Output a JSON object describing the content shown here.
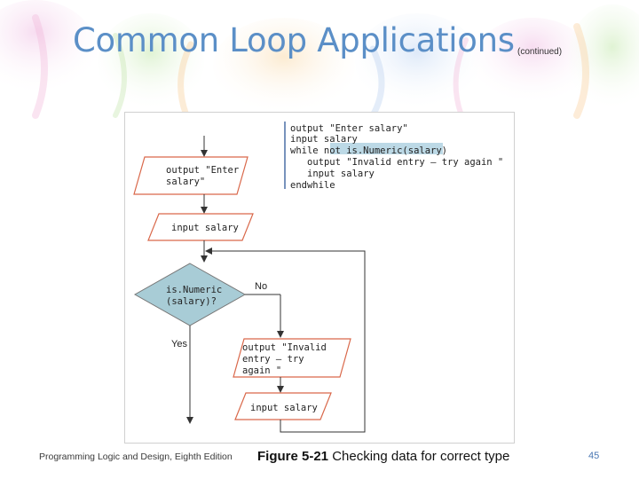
{
  "slide": {
    "title": "Common Loop Applications",
    "title_suffix": "(continued)",
    "footer_left": "Programming Logic and Design, Eighth Edition",
    "caption_label": "Figure 5-21",
    "caption_text": "Checking data for correct type",
    "page_number": "45"
  },
  "pseudocode": {
    "lines": [
      "output \"Enter salary\"",
      "input salary",
      "while not is.Numeric(salary)",
      "output \"Invalid entry – try again \"",
      "input salary",
      "endwhile"
    ]
  },
  "flowchart": {
    "output_enter_line1": "output \"Enter",
    "output_enter_line2": "salary\"",
    "input_salary_1": "input salary",
    "decision_line1": "is.Numeric",
    "decision_line2": "(salary)?",
    "no_label": "No",
    "yes_label": "Yes",
    "output_invalid_line1": "output \"Invalid",
    "output_invalid_line2": "entry – try",
    "output_invalid_line3": "again \"",
    "input_salary_2": "input salary"
  },
  "colors": {
    "title": "#5b8fc7",
    "shape_stroke": "#d9684a",
    "decision_fill": "#a8ccd6",
    "highlight": "#bcd9e6",
    "page_number": "#4a77b4"
  }
}
